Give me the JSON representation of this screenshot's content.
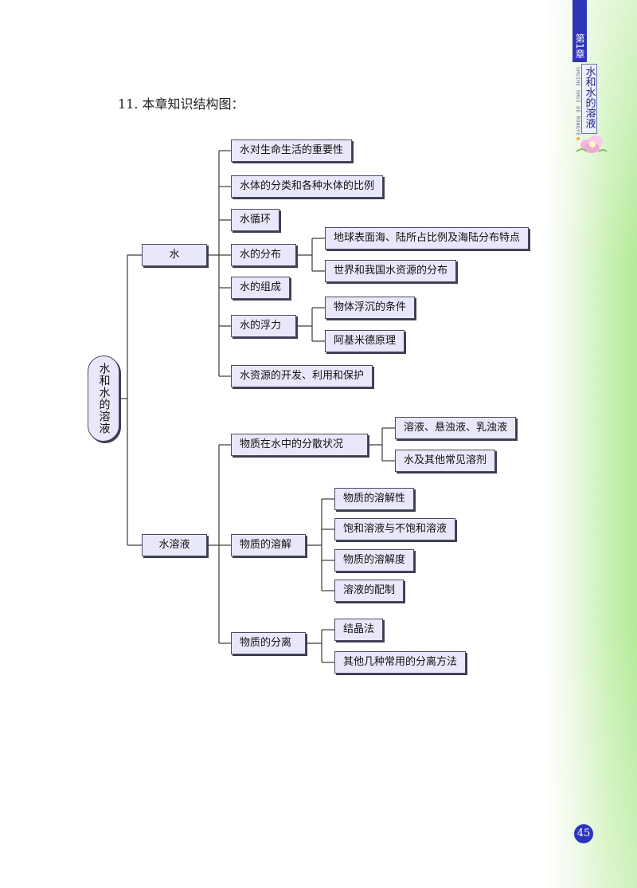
{
  "sidebar": {
    "chapter_label": "第1章",
    "chapter_title": "水和水的溶液",
    "pinyin": "SHUIHE SHUI DE RONGYE"
  },
  "heading": "11. 本章知识结构图：",
  "root": "水和水的溶液",
  "branch_water": {
    "label": "水",
    "items": {
      "importance": "水对生命生活的重要性",
      "classification": "水体的分类和各种水体的比例",
      "cycle": "水循环",
      "distribution": "水的分布",
      "distribution_sub1": "地球表面海、陆所占比例及海陆分布特点",
      "distribution_sub2": "世界和我国水资源的分布",
      "composition": "水的组成",
      "buoyancy": "水的浮力",
      "buoyancy_sub1": "物体浮沉的条件",
      "buoyancy_sub2": "阿基米德原理",
      "resources": "水资源的开发、利用和保护"
    }
  },
  "branch_solution": {
    "label": "水溶液",
    "items": {
      "dispersion": "物质在水中的分散状况",
      "dispersion_sub1": "溶液、悬浊液、乳浊液",
      "dispersion_sub2": "水及其他常见溶剂",
      "dissolution": "物质的溶解",
      "dissolution_sub1": "物质的溶解性",
      "dissolution_sub2": "饱和溶液与不饱和溶液",
      "dissolution_sub3": "物质的溶解度",
      "dissolution_sub4": "溶液的配制",
      "separation": "物质的分离",
      "separation_sub1": "结晶法",
      "separation_sub2": "其他几种常用的分离方法"
    }
  },
  "page_number": "45",
  "colors": {
    "node_fill": "#e9e8fb",
    "node_border": "#4a4a60",
    "line": "#3a3a3a",
    "tab_blue": "#2e35b7",
    "side_green": "#b4ea99"
  }
}
